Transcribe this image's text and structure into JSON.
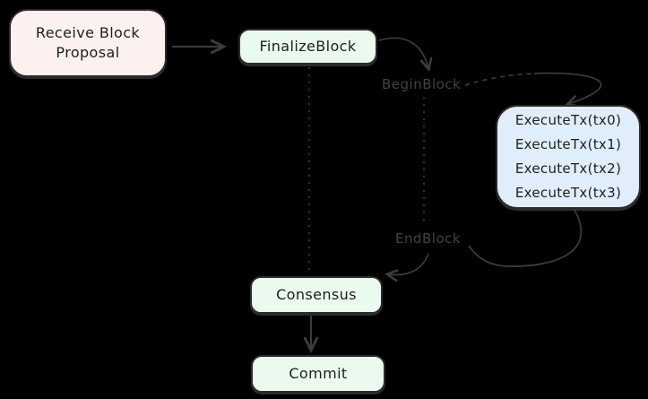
{
  "diagram": {
    "nodes": {
      "receive": {
        "label": "Receive Block\nProposal",
        "fill": "#fdf1ef"
      },
      "finalize": {
        "label": "FinalizeBlock",
        "fill": "#eafaef"
      },
      "execute": {
        "lines": [
          "ExecuteTx(tx0)",
          "ExecuteTx(tx1)",
          "ExecuteTx(tx2)",
          "ExecuteTx(tx3)"
        ],
        "fill": "#dfeefa"
      },
      "consensus": {
        "label": "Consensus",
        "fill": "#eafaef"
      },
      "commit": {
        "label": "Commit",
        "fill": "#eafaef"
      }
    },
    "labels": {
      "begin_block": "BeginBlock",
      "end_block": "EndBlock"
    },
    "edges": [
      {
        "from": "Receive Block Proposal",
        "to": "FinalizeBlock",
        "style": "solid-arrow"
      },
      {
        "from": "FinalizeBlock",
        "to": "BeginBlock",
        "style": "curved-arrow"
      },
      {
        "from": "BeginBlock",
        "to": "ExecuteTx",
        "style": "dashed-then-solid-arc-arrow"
      },
      {
        "from": "ExecuteTx",
        "to": "EndBlock",
        "style": "curved-line"
      },
      {
        "from": "EndBlock",
        "to": "Consensus",
        "style": "curved-arrow"
      },
      {
        "from": "FinalizeBlock",
        "to": "Consensus",
        "style": "dotted-line"
      },
      {
        "from": "BeginBlock",
        "to": "EndBlock",
        "style": "dotted-line"
      },
      {
        "from": "Consensus",
        "to": "Commit",
        "style": "solid-arrow"
      }
    ],
    "colors": {
      "background": "#000000",
      "node_border": "#2b2b2b",
      "node_text": "#1e1e1e",
      "edge_stroke": "#3c3c3c",
      "edge_label_text": "#424242",
      "fill_pink": "#fdf1ef",
      "fill_green": "#eafaef",
      "fill_blue": "#dfeefa"
    }
  }
}
